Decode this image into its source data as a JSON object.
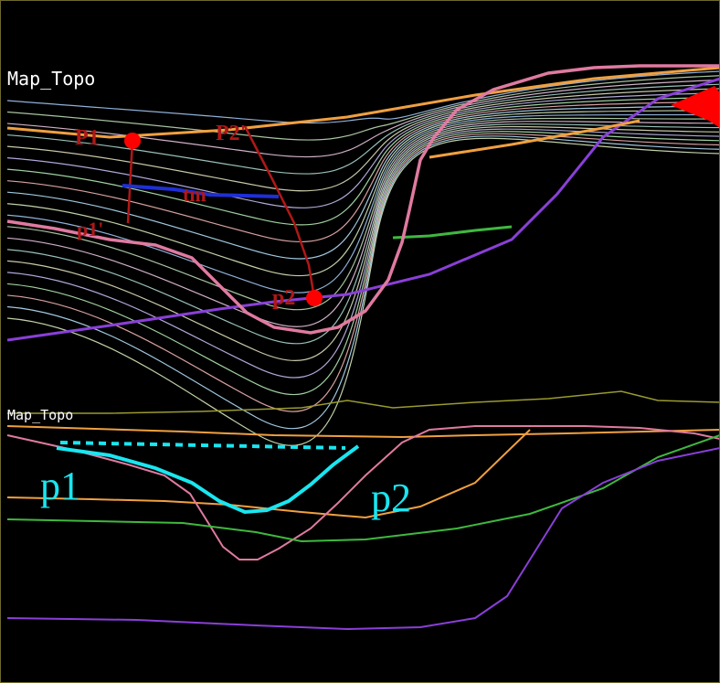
{
  "top_panel": {
    "layer_label": "Map_Topo",
    "labels": {
      "p1": "P1",
      "p2_top": "P2'",
      "p1_prime": "p1'",
      "p2": "p2",
      "tm": "tm"
    }
  },
  "bottom_panel": {
    "layer_label": "Map_Topo",
    "labels": {
      "p1": "p1",
      "p2": "p2"
    }
  },
  "colors": {
    "background": "#000000",
    "marker_red": "#ff0000",
    "annotation_red": "#b01818",
    "trace_blue": "#1f2fd6",
    "cyan": "#19e6f0",
    "pink_surface": "#e07aa0",
    "orange_surface": "#f0a040",
    "purple_surface": "#8a3fd8",
    "green_surface": "#3fb83f",
    "topo_olive": "#9a9a30"
  },
  "icons": {
    "pointer": "red-arrow-icon"
  }
}
